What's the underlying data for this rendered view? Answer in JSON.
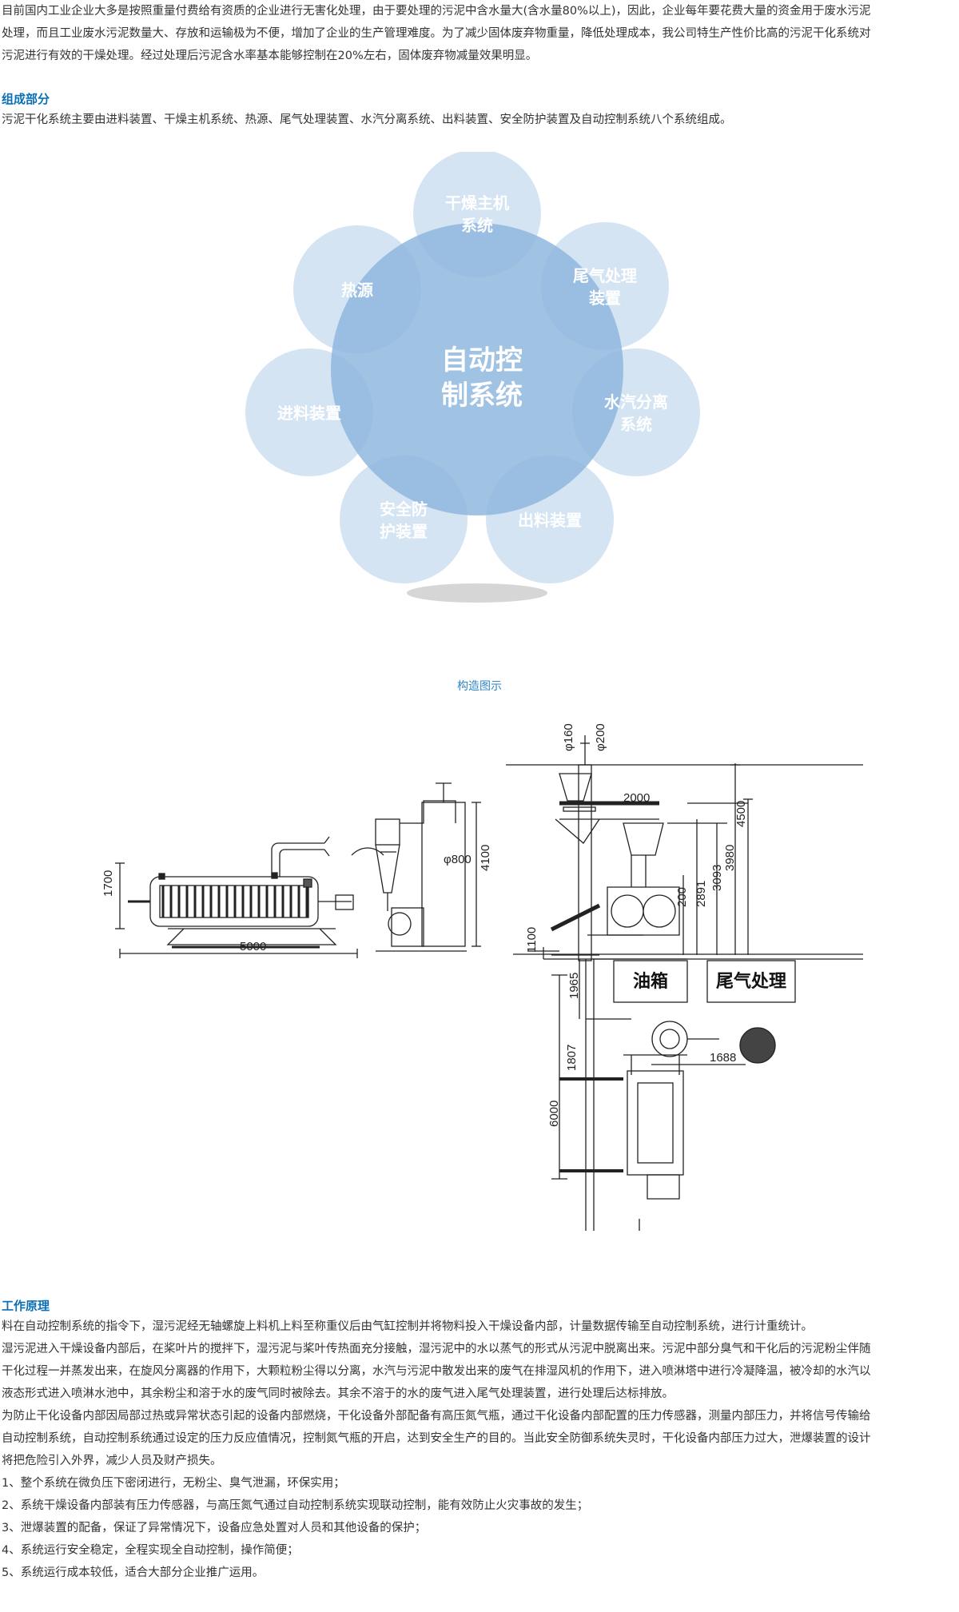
{
  "intro": {
    "line1": "目前国内工业企业大多是按照重量付费给有资质的企业进行无害化处理，由于要处理的污泥中含水量大(含水量80%以上)，因此，企业每年要花费大量的资金用于废水污泥",
    "line2": "处理，而且工业废水污泥数量大、存放和运输极为不便，增加了企业的生产管理难度。为了减少固体废弃物重量，降低处理成本，我公司特生产性价比高的污泥干化系统对",
    "line3": "污泥进行有效的干燥处理。经过处理后污泥含水率基本能够控制在20%左右，固体废弃物减量效果明显。"
  },
  "composition": {
    "heading": "组成部分",
    "text": "污泥干化系统主要由进料装置、干燥主机系统、热源、尾气处理装置、水汽分离系统、出料装置、安全防护装置及自动控制系统八个系统组成。"
  },
  "diagram": {
    "center": [
      "自动控",
      "制系统"
    ],
    "petals": [
      {
        "lines": [
          "干燥主机",
          "系统"
        ]
      },
      {
        "lines": [
          "尾气处理",
          "装置"
        ]
      },
      {
        "lines": [
          "水汽分离",
          "系统"
        ]
      },
      {
        "lines": [
          "出料装置"
        ]
      },
      {
        "lines": [
          "安全防",
          "护装置"
        ]
      },
      {
        "lines": [
          "进料装置"
        ]
      },
      {
        "lines": [
          "热源"
        ]
      }
    ],
    "colors": {
      "petal": "#cfe1f2",
      "center": "#8fb7de",
      "shadow": "#d9d9d9"
    }
  },
  "figure": {
    "caption": "构造图示",
    "dims": {
      "d1700": "1700",
      "d5000": "5000",
      "d800": "φ800",
      "d4100": "4100",
      "d160": "φ160",
      "d200": "φ200",
      "d2000": "2000",
      "d4500": "4500",
      "d3980": "3980",
      "d3093": "3093",
      "d2891": "2891",
      "d200b": "200",
      "d1100": "1100",
      "d1965": "1965",
      "d1807": "1807",
      "d6000": "6000",
      "d1688": "1688"
    },
    "boxes": {
      "oil": "油箱",
      "tail": "尾气处理"
    }
  },
  "principle": {
    "heading": "工作原理",
    "lines": [
      "料在自动控制系统的指令下，湿污泥经无轴螺旋上料机上料至称重仪后由气缸控制并将物料投入干燥设备内部，计量数据传输至自动控制系统，进行计重统计。",
      "湿污泥进入干燥设备内部后，在桨叶片的搅拌下，湿污泥与桨叶传热面充分接触，湿污泥中的水以蒸气的形式从污泥中脱离出来。污泥中部分臭气和干化后的污泥粉尘伴随",
      "干化过程一并蒸发出来，在旋风分离器的作用下，大颗粒粉尘得以分离，水汽与污泥中散发出来的废气在排湿风机的作用下，进入喷淋塔中进行冷凝降温，被冷却的水汽以",
      "液态形式进入喷淋水池中，其余粉尘和溶于水的废气同时被除去。其余不溶于的水的废气进入尾气处理装置，进行处理后达标排放。",
      "为防止干化设备内部因局部过热或异常状态引起的设备内部燃烧，干化设备外部配备有高压氮气瓶，通过干化设备内部配置的压力传感器，测量内部压力，并将信号传输给",
      "自动控制系统，自动控制系统通过设定的压力反应值情况，控制氮气瓶的开启，达到安全生产的目的。当此安全防御系统失灵时，干化设备内部压力过大，泄爆装置的设计",
      "将把危险引入外界，减少人员及财产损失。",
      "1、整个系统在微负压下密闭进行，无粉尘、臭气泄漏，环保实用；",
      "2、系统干燥设备内部装有压力传感器，与高压氮气通过自动控制系统实现联动控制，能有效防止火灾事故的发生；",
      "3、泄爆装置的配备，保证了异常情况下，设备应急处置对人员和其他设备的保护；",
      "4、系统运行安全稳定，全程实现全自动控制，操作简便；",
      "5、系统运行成本较低，适合大部分企业推广运用。"
    ]
  }
}
